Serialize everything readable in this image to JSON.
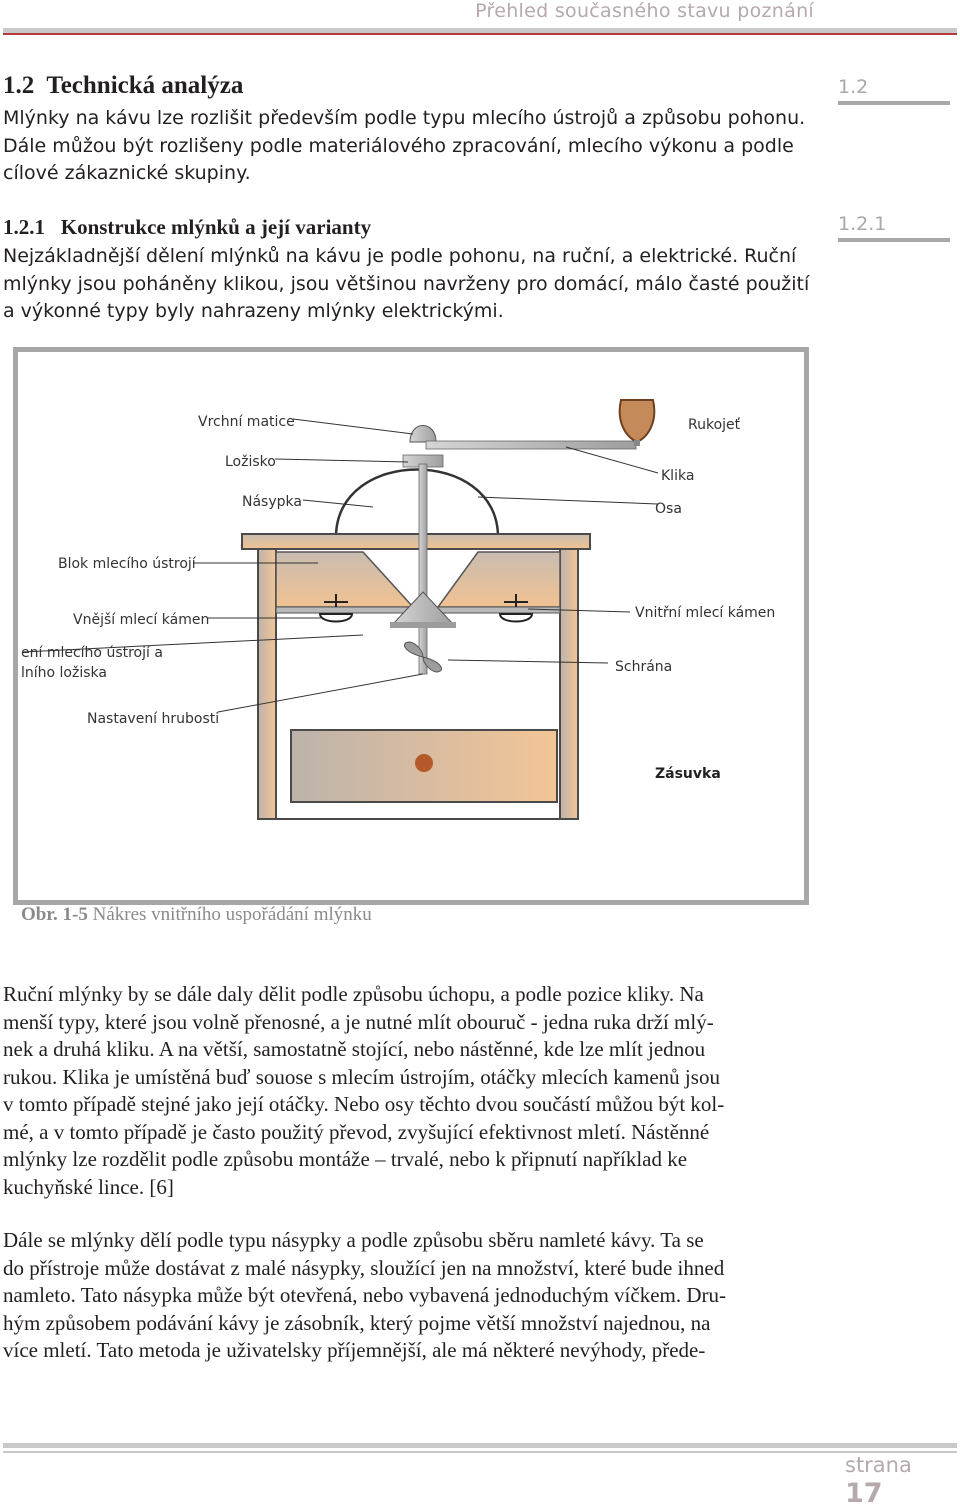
{
  "running_head": "Přehled současného stavu poznání",
  "section": {
    "number": "1.2",
    "title": "Technická analýza"
  },
  "intro_lines": [
    "Mlýnky na kávu lze rozlišit především podle typu mlecího ústrojů a způsobu pohonu.",
    "Dále můžou být rozlišeny podle materiálového zpracování, mlecího výkonu a podle",
    "cílové zákaznické skupiny."
  ],
  "subsection": {
    "number": "1.2.1",
    "title": "Konstrukce mlýnků a její varianty"
  },
  "subsection_lines": [
    "Nejzákladnější dělení mlýnků na kávu je podle pohonu, na ruční, a elektrické. Ruční",
    "mlýnky jsou poháněny klikou, jsou většinou navrženy pro domácí, málo časté použití",
    "a výkonné typy byly nahrazeny mlýnky elektrickými."
  ],
  "side_markers": [
    "1.2",
    "1.2.1"
  ],
  "figure": {
    "labels": {
      "vrchni_matice": "Vrchní matice",
      "rukojet": "Rukojeť",
      "lozisko": "Ložisko",
      "klika": "Klika",
      "nasypka": "Násypka",
      "osa": "Osa",
      "blok": "Blok mlecího ústrojí",
      "vnejsi_kamen": "Vnější mlecí kámen",
      "vnitrni_kamen": "Vnitřní mlecí kámen",
      "uchyceni_1": "ení mlecího ústrojí a",
      "uchyceni_2": "lního ložiska",
      "schrana": "Schrána",
      "nastaveni": "Nastavení hrubosti",
      "zasuvka": "Zásuvka"
    },
    "caption_label": "Obr. 1-5",
    "caption_text": " Nákres vnitřního uspořádání mlýnku"
  },
  "para1_lines": [
    "Ruční mlýnky by se dále daly dělit podle způsobu úchopu, a podle pozice kliky.  Na",
    "menší typy, které jsou volně přenosné, a je nutné mlít obouruč - jedna ruka drží mlý-",
    "nek a druhá kliku. A na větší, samostatně stojící, nebo nástěnné, kde lze mlít jednou",
    "rukou. Klika je umístěná buď souose s mlecím ústrojím, otáčky mlecích kamenů jsou",
    "v tomto případě stejné jako její otáčky. Nebo osy těchto dvou součástí můžou být kol-",
    "mé, a v tomto případě je často použitý převod, zvyšující efektivnost mletí. Nástěnné",
    "mlýnky lze rozdělit podle způsobu montáže – trvalé, nebo k připnutí například ke",
    "kuchyňské lince. [6]"
  ],
  "para2_lines": [
    "Dále se mlýnky dělí podle typu násypky a podle způsobu sběru namleté kávy. Ta se",
    "do přístroje může dostávat z malé násypky, sloužící jen na množství, které bude ihned",
    "namleto. Tato násypka může být otevřená, nebo vybavená jednoduchým víčkem. Dru-",
    "hým způsobem podávání kávy je zásobník, který pojme větší množství najednou, na",
    "více mletí. Tato metoda je uživatelsky příjemnější, ale má některé nevýhody, přede-"
  ],
  "footer": {
    "label": "strana",
    "page": "17"
  }
}
